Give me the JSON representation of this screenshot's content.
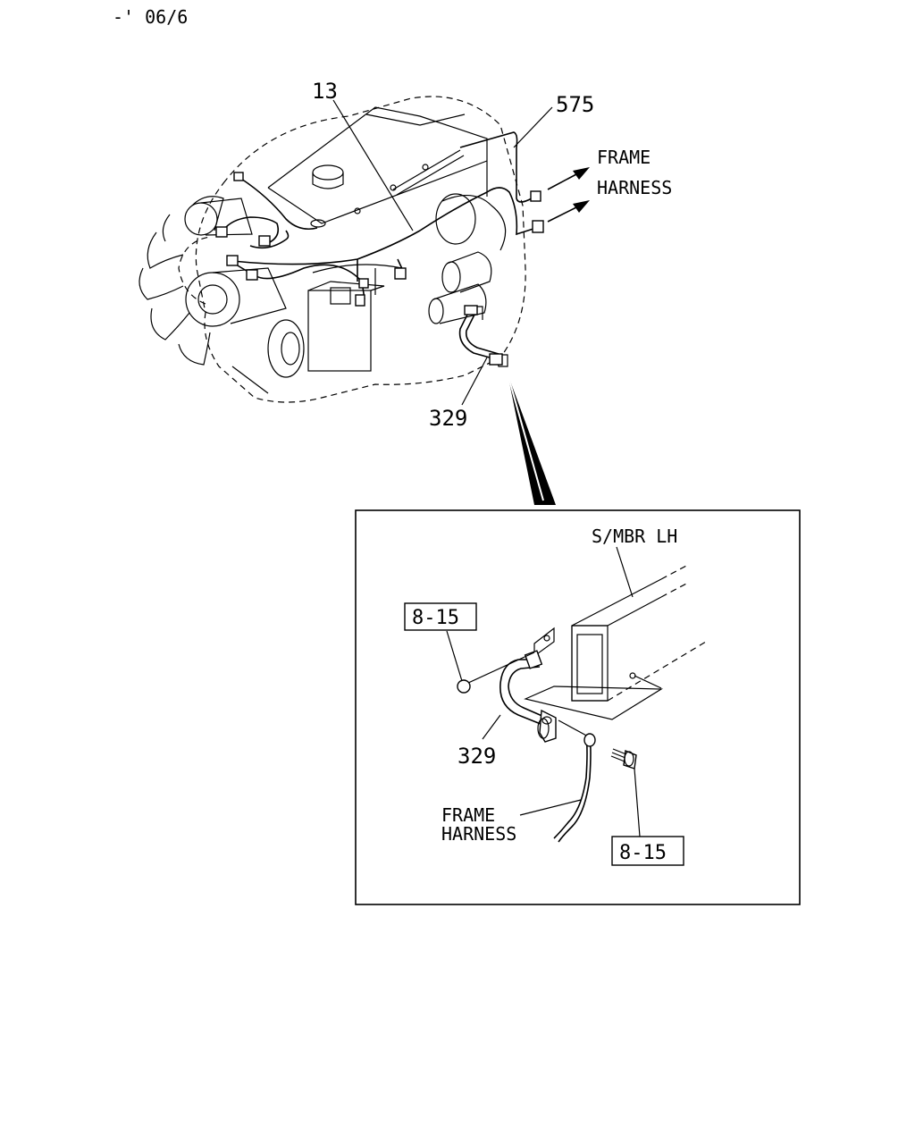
{
  "page_code": "-' 06/6",
  "callouts": {
    "engine_harness": "13",
    "harness_575": "575",
    "ground_329": "329",
    "detail_329": "329"
  },
  "frame_harness_arrow": {
    "line1": "FRAME",
    "line2": "HARNESS"
  },
  "detail": {
    "member_label": "S/MBR LH",
    "ref_top": "8-15",
    "ref_bottom": "8-15",
    "frame_harness_line1": "FRAME",
    "frame_harness_line2": "HARNESS"
  }
}
